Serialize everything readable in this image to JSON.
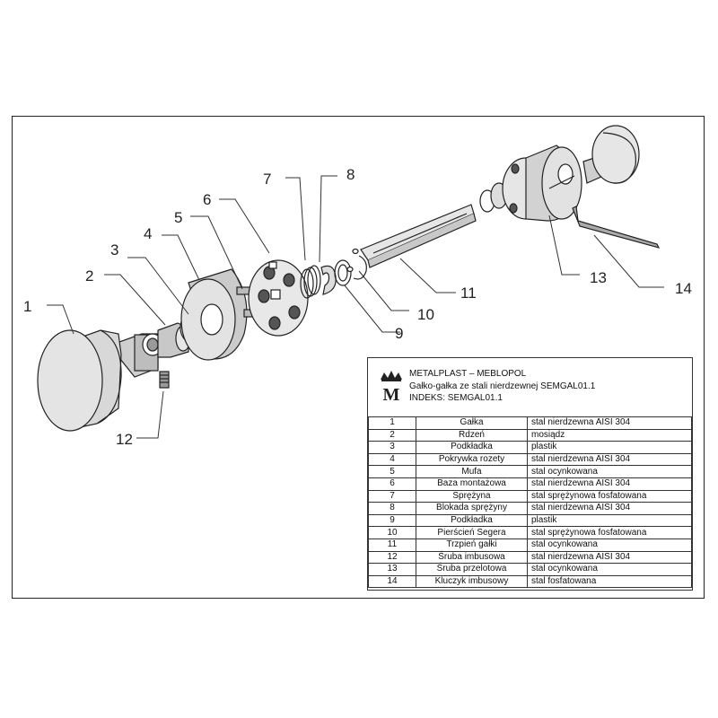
{
  "callouts": [
    {
      "n": "1"
    },
    {
      "n": "2"
    },
    {
      "n": "3"
    },
    {
      "n": "4"
    },
    {
      "n": "5"
    },
    {
      "n": "6"
    },
    {
      "n": "7"
    },
    {
      "n": "8"
    },
    {
      "n": "9"
    },
    {
      "n": "10"
    },
    {
      "n": "11"
    },
    {
      "n": "12"
    },
    {
      "n": "13"
    },
    {
      "n": "14"
    }
  ],
  "title_block": {
    "logo_letter": "M",
    "company": "METALPLAST – MEBLOPOL",
    "product": "Gałko-gałka ze stali nierdzewnej  SEMGAL01.1",
    "index": "INDEKS: SEMGAL01.1"
  },
  "parts": [
    {
      "no": "1",
      "name": "Gałka",
      "material": "stal nierdzewna AISI 304"
    },
    {
      "no": "2",
      "name": "Rdzeń",
      "material": "mosiądz"
    },
    {
      "no": "3",
      "name": "Podkładka",
      "material": "plastik"
    },
    {
      "no": "4",
      "name": "Pokrywka rozety",
      "material": "stal nierdzewna AISI 304"
    },
    {
      "no": "5",
      "name": "Mufa",
      "material": "stal ocynkowana"
    },
    {
      "no": "6",
      "name": "Baza montażowa",
      "material": "stal nierdzewna AISI 304"
    },
    {
      "no": "7",
      "name": "Sprężyna",
      "material": "stal sprężynowa fosfatowana"
    },
    {
      "no": "8",
      "name": "Blokada sprężyny",
      "material": "stal nierdzewna AISI 304"
    },
    {
      "no": "9",
      "name": "Podkładka",
      "material": "plastik"
    },
    {
      "no": "10",
      "name": "Pierścień Segera",
      "material": "stal sprężynowa fosfatowana"
    },
    {
      "no": "11",
      "name": "Trzpień gałki",
      "material": "stal ocynkowana"
    },
    {
      "no": "12",
      "name": "Śruba imbusowa",
      "material": "stal nierdzewna AISI 304"
    },
    {
      "no": "13",
      "name": "Śruba przelotowa",
      "material": "stal ocynkowana"
    },
    {
      "no": "14",
      "name": "Kluczyk imbusowy",
      "material": "stal fosfatowana"
    }
  ]
}
